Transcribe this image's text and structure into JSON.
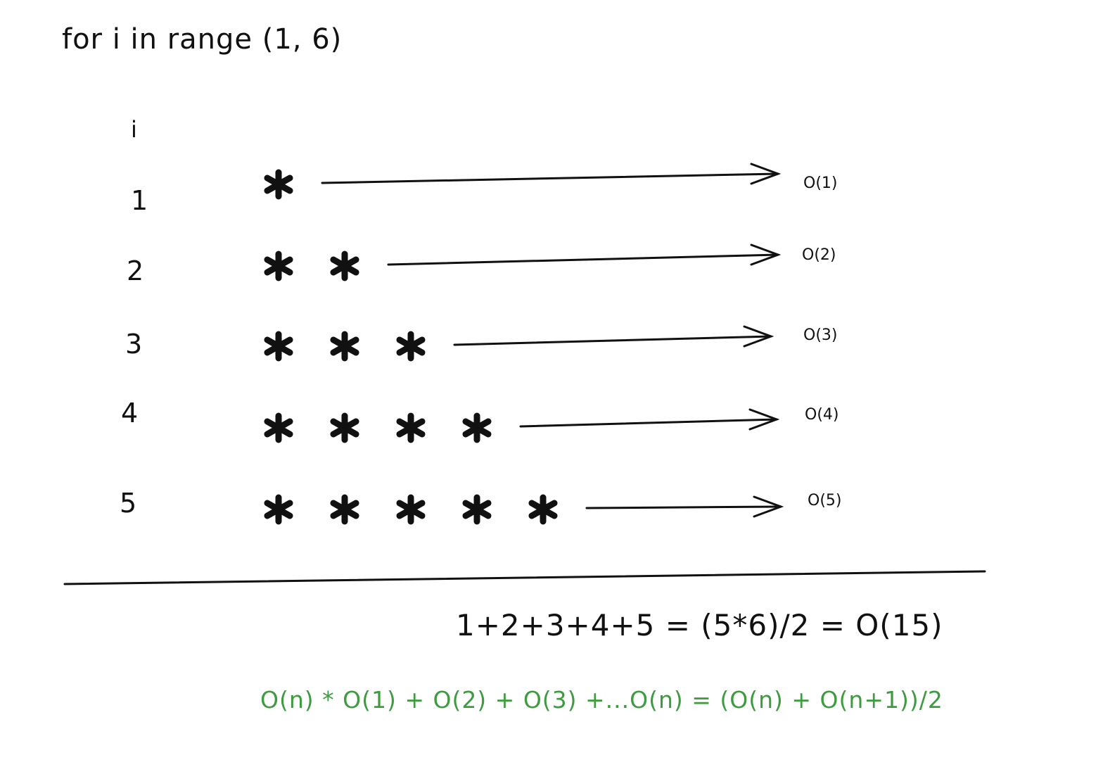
{
  "title": "for i in range (1, 6)",
  "index_header": "i",
  "rows": [
    {
      "i": "1",
      "stars": 1,
      "cost": "O(1)"
    },
    {
      "i": "2",
      "stars": 2,
      "cost": "O(2)"
    },
    {
      "i": "3",
      "stars": 3,
      "cost": "O(3)"
    },
    {
      "i": "4",
      "stars": 4,
      "cost": "O(4)"
    },
    {
      "i": "5",
      "stars": 5,
      "cost": "O(5)"
    }
  ],
  "sum_equation": "1+2+3+4+5 = (5*6)/2 = O(15)",
  "general_equation": "O(n) * O(1) + O(2) + O(3) +...O(n)  = (O(n) + O(n+1))/2",
  "colors": {
    "ink": "#111111",
    "general_equation": "#3f9b3f"
  }
}
